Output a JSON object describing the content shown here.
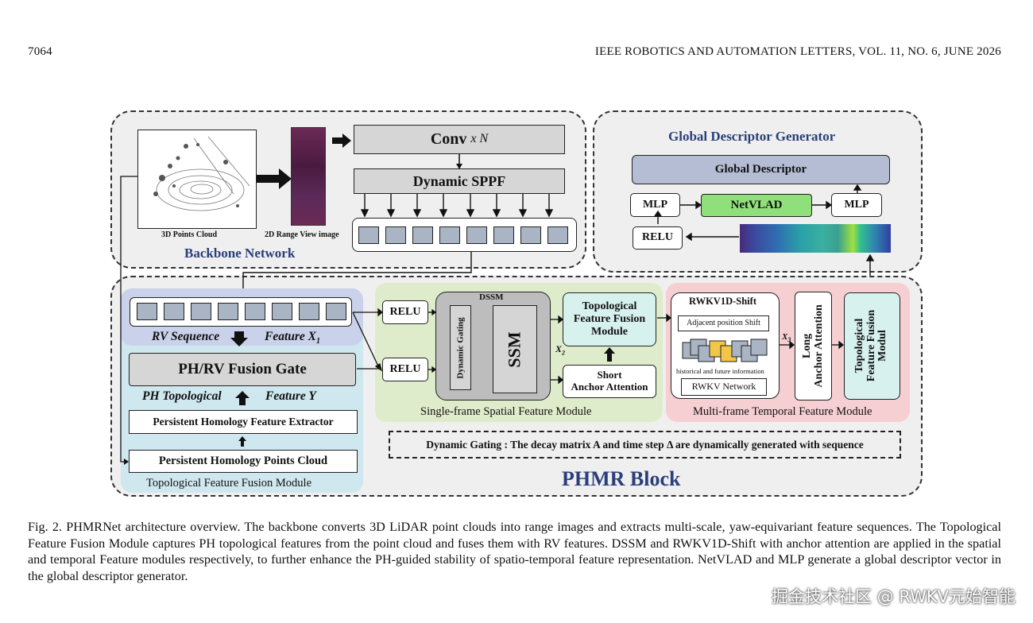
{
  "header": {
    "page_number": "7064",
    "journal": "IEEE ROBOTICS AND AUTOMATION LETTERS, VOL. 11, NO. 6, JUNE 2026"
  },
  "figure": {
    "backbone": {
      "title": "Backbone Network",
      "points_cloud_label": "3D Points Cloud",
      "range_view_label": "2D Range View image",
      "conv_label": "Conv",
      "conv_mult": "x N",
      "sppf_label": "Dynamic SPPF"
    },
    "global": {
      "title": "Global Descriptor Generator",
      "descriptor": "Global Descriptor",
      "mlp_left": "MLP",
      "netvlad": "NetVLAD",
      "mlp_right": "MLP",
      "relu": "RELU"
    },
    "topo": {
      "rv_sequence": "RV Sequence",
      "feature_x1": "Feature X",
      "x1_sub": "1",
      "fusion_gate": "PH/RV Fusion Gate",
      "ph_topological": "PH Topological",
      "feature_y": "Feature Y",
      "extractor": "Persistent Homology Feature Extractor",
      "ph_points": "Persistent Homology Points Cloud",
      "module_title": "Topological Feature Fusion Module"
    },
    "spatial": {
      "relu_top": "RELU",
      "relu_bottom": "RELU",
      "dssm": "DSSM",
      "dynamic_gating": "Dynamic Gating",
      "ssm": "SSM",
      "x2": "X",
      "x2_sub": "2",
      "tffm_line1": "Topological",
      "tffm_line2": "Feature Fusion",
      "tffm_line3": "Module",
      "short_line1": "Short",
      "short_line2": "Anchor Attention",
      "module_title": "Single-frame Spatial Feature Module"
    },
    "temporal": {
      "rwkv_shift": "RWKV1D-Shift",
      "adjacent": "Adjacent position Shift",
      "hist_future": "historical and future information",
      "rwkv_network": "RWKV Network",
      "x3": "X",
      "x3_sub": "3",
      "long_line1": "Long",
      "long_line2": "Anchor Attention",
      "tffm_line1": "Topological",
      "tffm_line2": "Feature Fusion",
      "tffm_line3": "Modul",
      "module_title": "Multi-frame Temporal Feature Module"
    },
    "dynamic_gating_note": "Dynamic Gating : The decay matrix A and time step Δ are dynamically generated with sequence",
    "phmr_block": "PHMR Block"
  },
  "caption": "Fig. 2.    PHMRNet architecture overview. The backbone converts 3D LiDAR point clouds into range images and extracts multi-scale, yaw-equivariant feature sequences. The Topological Feature Fusion Module captures PH topological features from the point cloud and fuses them with RV features. DSSM and RWKV1D-Shift with anchor attention are applied in the spatial and temporal Feature modules respectively, to further enhance the PH-guided stability of spatio-temporal feature representation. NetVLAD and MLP generate a global descriptor vector in the global descriptor generator.",
  "watermark": "掘金技术社区 @ RWKV元始智能",
  "colors": {
    "panel_bg": "#efefef",
    "topo_tint": "#cfe7ee",
    "topo_top_tint": "#c9d2ea",
    "spatial_tint": "#dfeccb",
    "temporal_tint": "#f6cfd3",
    "teal_box": "#d7f1ee",
    "netvlad_green": "#8fe07a",
    "descriptor_blue": "#b4bdd3",
    "title_navy": "#2a3f7a"
  }
}
